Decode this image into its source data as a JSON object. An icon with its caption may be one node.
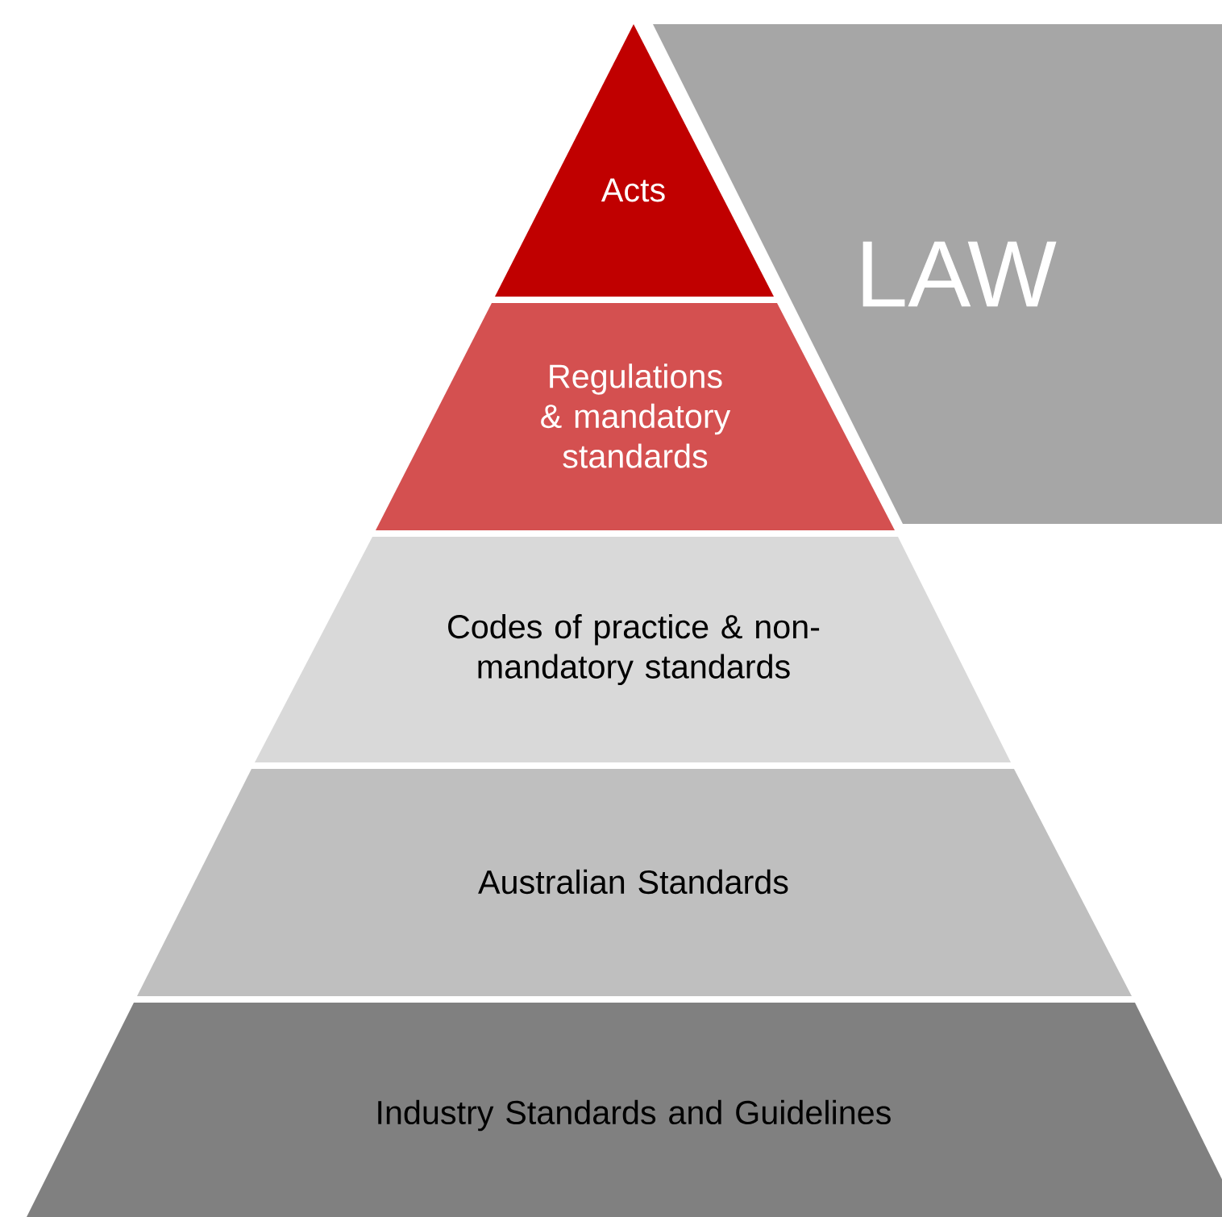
{
  "diagram": {
    "nodes": [
      {
        "text": [
          "Acts"
        ]
      },
      {
        "text": [
          "LAW"
        ]
      },
      {
        "text": [
          "Regulations & mandatory standards"
        ]
      },
      {
        "text": [
          "Codes of practice & non-mandatory standards"
        ]
      },
      {
        "text": [
          "Australian Standards"
        ]
      },
      {
        "text": [
          "Industry Standards and Guidelines"
        ]
      }
    ]
  }
}
